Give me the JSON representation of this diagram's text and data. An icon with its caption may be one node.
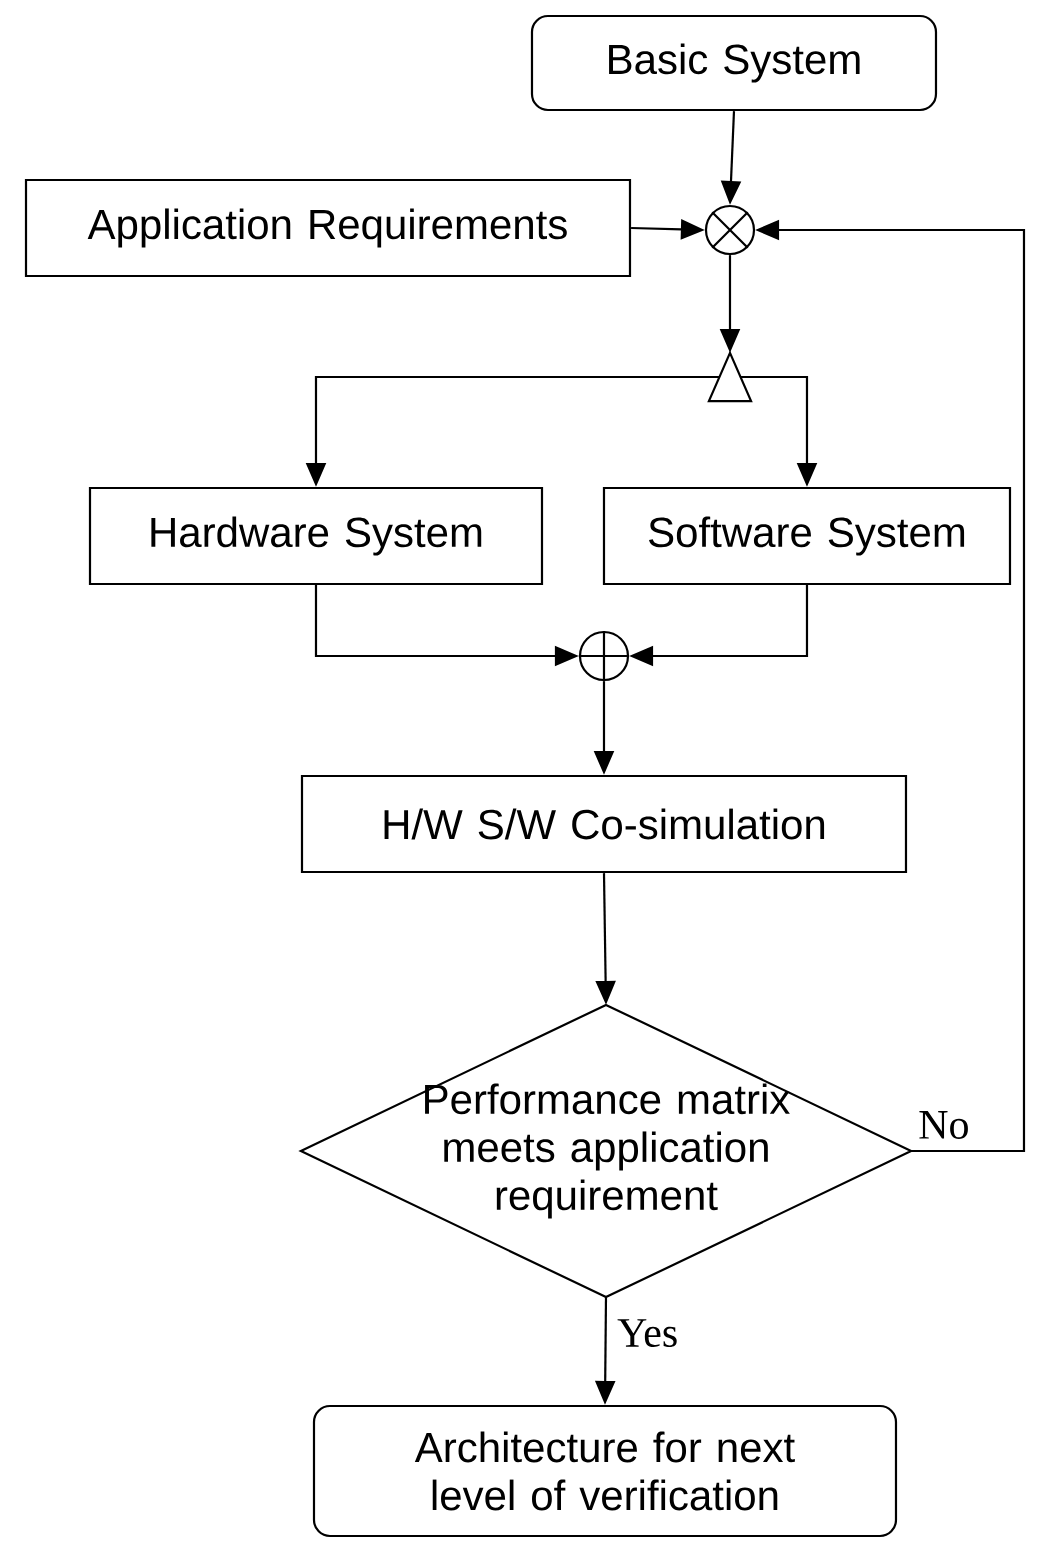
{
  "diagram": {
    "nodes": [
      {
        "text": [
          "Basic System"
        ]
      },
      {
        "text": [
          "Application Requirements"
        ]
      },
      {
        "text": [],
        "shape": "circle"
      },
      {
        "text": [],
        "shape": "triangle"
      },
      {
        "text": [
          "Hardware System"
        ]
      },
      {
        "text": [
          "Software System"
        ]
      },
      {
        "text": [],
        "shape": "circle"
      },
      {
        "text": [
          "H/W S/W Co-simulation"
        ]
      },
      {
        "text": [
          "Performance matrix meets application requirement"
        ]
      },
      {
        "text": [
          "Architecture for next level of verification"
        ]
      }
    ],
    "edges": [
      {
        "from": 0,
        "to": 2,
        "arrow": "to"
      },
      {
        "from": 1,
        "to": 2,
        "arrow": "to"
      },
      {
        "from": 2,
        "to": 3,
        "arrow": "to"
      },
      {
        "from": 3,
        "to": 4,
        "arrow": "to"
      },
      {
        "from": 3,
        "to": 5,
        "arrow": "to"
      },
      {
        "from": 4,
        "to": 6,
        "arrow": "to"
      },
      {
        "from": 5,
        "to": 6,
        "arrow": "to"
      },
      {
        "from": 6,
        "to": 7,
        "arrow": "to"
      },
      {
        "from": 7,
        "to": 8,
        "arrow": "to"
      },
      {
        "from": 8,
        "to": 9,
        "label": "Yes",
        "arrow": "to"
      },
      {
        "from": 8,
        "to": 2,
        "label": "No",
        "arrow": "to"
      }
    ]
  }
}
